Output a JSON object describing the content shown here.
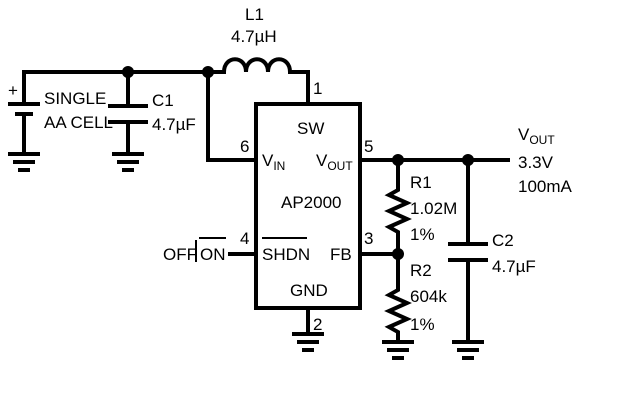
{
  "ic": {
    "name": "AP2000",
    "pin_sw": "SW",
    "pin_vin": "V",
    "pin_vin_sub": "IN",
    "pin_vout": "V",
    "pin_vout_sub": "OUT",
    "pin_shdn": "SHDN",
    "pin_fb": "FB",
    "pin_gnd": "GND",
    "pin1": "1",
    "pin2": "2",
    "pin3": "3",
    "pin4": "4",
    "pin5": "5",
    "pin6": "6"
  },
  "battery": {
    "plus": "+",
    "line1": "SINGLE",
    "line2": "AA CELL"
  },
  "inductor": {
    "ref": "L1",
    "value": "4.7µH"
  },
  "c1": {
    "ref": "C1",
    "value": "4.7µF"
  },
  "c2": {
    "ref": "C2",
    "value": "4.7µF"
  },
  "r1": {
    "ref": "R1",
    "value": "1.02M",
    "tol": "1%"
  },
  "r2": {
    "ref": "R2",
    "value": "604k",
    "tol": "1%"
  },
  "output": {
    "name": "V",
    "name_sub": "OUT",
    "voltage": "3.3V",
    "current": "100mA"
  },
  "shutdown": {
    "off": "OFF",
    "on": "ON"
  }
}
